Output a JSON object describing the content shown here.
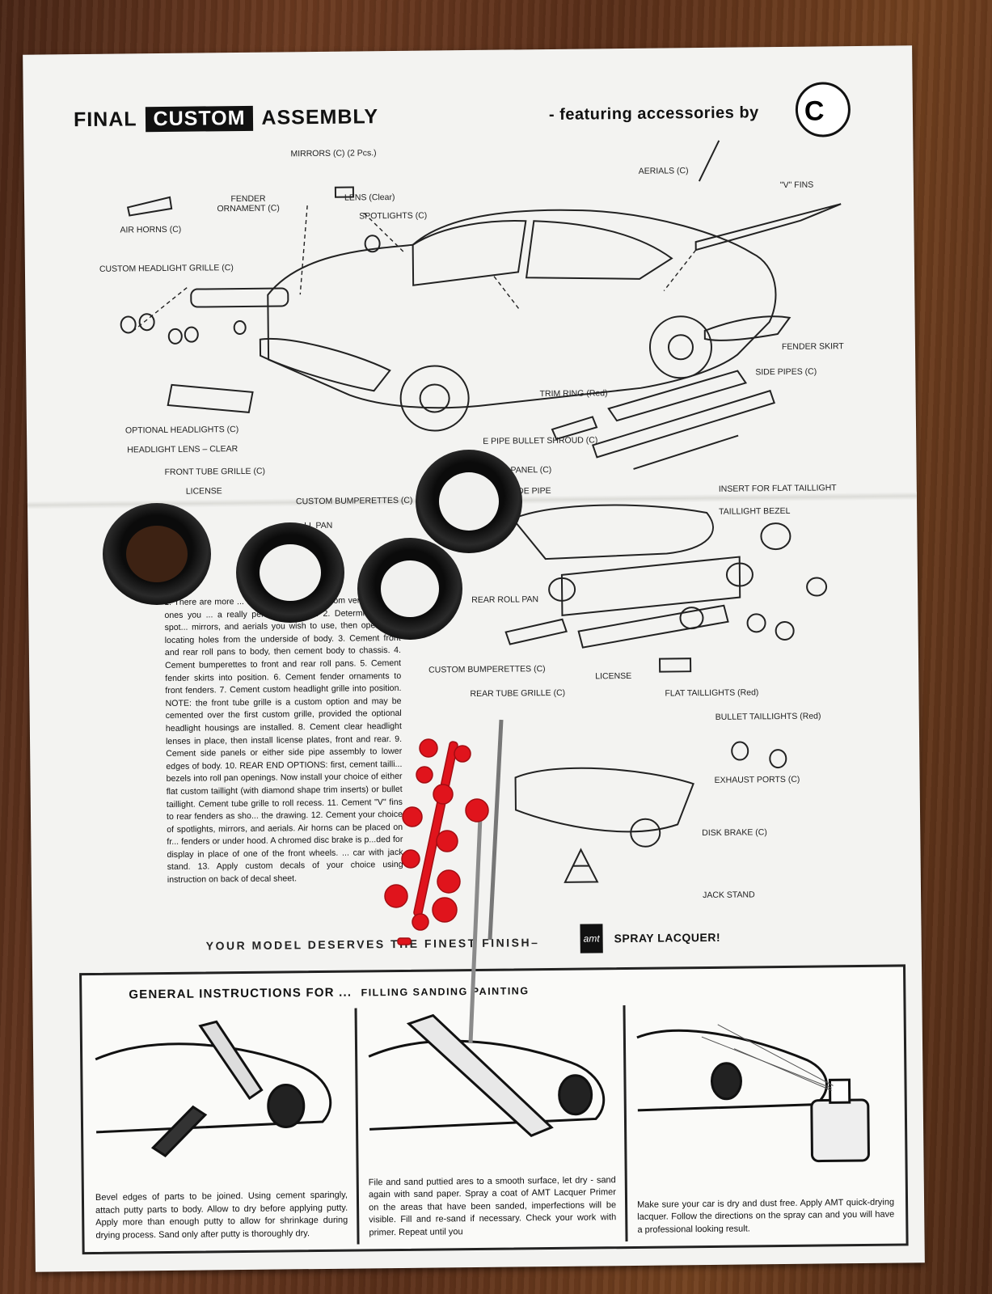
{
  "header": {
    "title_left": "FINAL",
    "title_boxed": "CUSTOM",
    "title_right": "ASSEMBLY",
    "featuring": "- featuring accessories by"
  },
  "labels": {
    "mirrors": "MIRRORS (C) (2 Pcs.)",
    "aerials": "AERIALS (C)",
    "v_fins": "\"V\" FINS",
    "fender_ornament": "FENDER ORNAMENT (C)",
    "lens_clear": "LENS (Clear)",
    "spotlights": "SPOTLIGHTS (C)",
    "air_horns": "AIR HORNS (C)",
    "custom_headlight_grille": "CUSTOM HEADLIGHT GRILLE (C)",
    "fender_skirt": "FENDER SKIRT",
    "side_pipes": "SIDE PIPES (C)",
    "trim_ring": "TRIM RING (Red)",
    "optional_headlights": "OPTIONAL HEADLIGHTS (C)",
    "headlight_lens": "HEADLIGHT LENS – CLEAR",
    "pipe_bullet_shroud": "E PIPE BULLET SHROUD (C)",
    "front_tube_grille": "FRONT TUBE GRILLE (C)",
    "side_panel": "E PANEL (C)",
    "license": "LICENSE",
    "side_pipe": "L SIDE PIPE",
    "custom_bumperettes": "CUSTOM BUMPERETTES (C)",
    "roll_pan": "LL PAN",
    "insert_flat_taillight": "INSERT FOR FLAT TAILLIGHT",
    "taillight_bezel": "TAILLIGHT BEZEL",
    "rear_roll_pan": "REAR ROLL PAN",
    "custom_bumperettes_rear": "CUSTOM BUMPERETTES (C)",
    "license_rear": "LICENSE",
    "rear_tube_grille": "REAR TUBE GRILLE (C)",
    "flat_taillights": "FLAT TAILLIGHTS (Red)",
    "bullet_taillights": "BULLET TAILLIGHTS (Red)",
    "exhaust_ports": "EXHAUST PORTS (C)",
    "disk_brake": "DISK BRAKE (C)",
    "jack_stand": "JACK STAND"
  },
  "instructions": "1. There are more ... ts provi... a single custom version ... the ones you ... a really personalized car. 2. Determine which spot... mirrors, and aerials you wish to use, then open their locating holes from the underside of body. 3. Cement front and rear roll pans to body, then cement body to chassis. 4. Cement bumperettes to front and rear roll pans. 5. Cement fender skirts into position. 6. Cement fender ornaments to front fenders. 7. Cement custom headlight grille into position. NOTE: the front tube grille is a custom option and may be cemented over the first custom grille, provided the optional headlight housings are installed. 8. Cement clear headlight lenses in place, then install license plates, front and rear. 9. Cement side panels or either side pipe assembly to lower edges of body. 10. REAR END OPTIONS: first, cement tailli... bezels into roll pan openings. Now install your choice of either flat custom taillight (with diamond shape trim inserts) or bullet taillight. Cement tube grille to roll recess. 11. Cement \"V\" fins to rear fenders as sho... the drawing. 12. Cement your choice of spotlights, mirrors, and aerials. Air horns can be placed on fr... fenders or under hood. A chromed disc brake is p...ded for display in place of one of the front wheels. ... car with jack stand. 13. Apply custom decals of your choice using instruction on back of decal sheet.",
  "footer": {
    "finish": "YOUR MODEL DESERVES THE FINEST FINISH–",
    "amt": "amt",
    "spray": "SPRAY LACQUER!"
  },
  "general": {
    "title": "GENERAL INSTRUCTIONS FOR ...",
    "subtitle": "FILLING SANDING PAINTING",
    "col1": "Bevel edges of parts to be joined. Using cement sparingly, attach putty parts to body. Allow to dry before applying putty. Apply more than enough putty to allow for shrinkage during drying process. Sand only after putty is thoroughly dry.",
    "col2": "File and sand puttied ares to a smooth surface, let dry - sand again with sand paper. Spray a coat of AMT Lacquer Primer on the areas that have been sanded, imperfections will be visible. Fill and re-sand if necessary. Check your work with primer. Repeat until you",
    "col3": "Make sure your car is dry and dust free. Apply AMT quick-drying lacquer. Follow the directions on the spray can and you will have a professional looking result."
  },
  "colors": {
    "wood": "#5e321b",
    "paper": "#f3f3f1",
    "ink": "#111111",
    "red_parts": "#e0141c",
    "tire": "#151515"
  }
}
